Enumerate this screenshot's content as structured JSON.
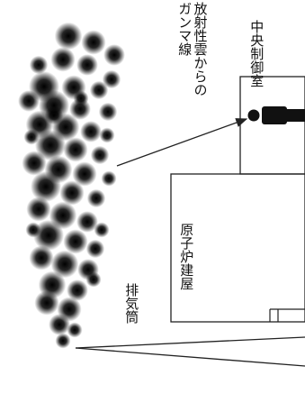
{
  "labels": {
    "cloud_line1": "放射性雲からの",
    "cloud_line2": "ガンマ線",
    "control_room": "中央制御室",
    "reactor_building": "原子炉建屋",
    "exhaust_stack": "排気筒"
  },
  "colors": {
    "ink": "#111111",
    "line": "#222222",
    "cloud": "#000000"
  },
  "icons": {
    "person": "person-silhouette-icon",
    "arrow": "arrow-icon"
  }
}
